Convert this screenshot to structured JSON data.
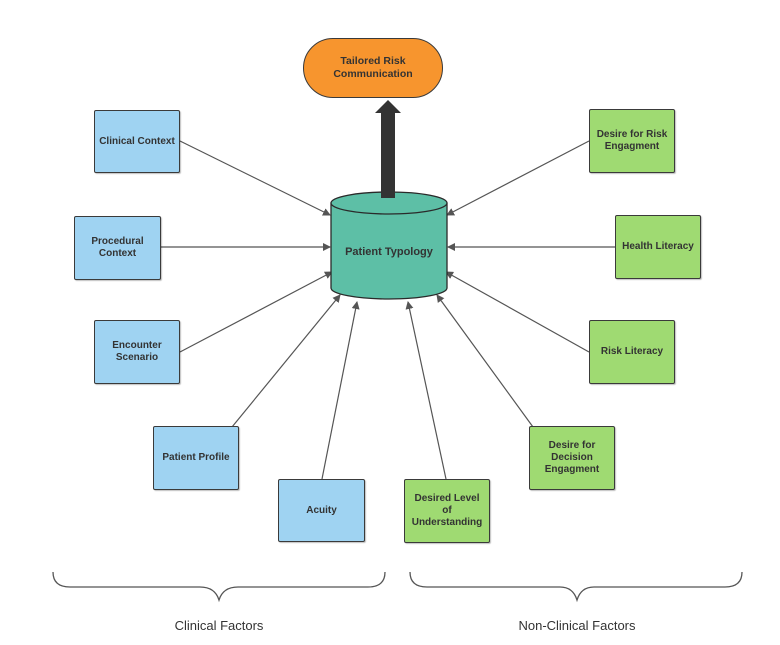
{
  "diagram": {
    "output": {
      "label": "Tailored Risk Communication",
      "color": "#f7952e"
    },
    "center": {
      "label": "Patient Typology",
      "color": "#5dbfa6"
    },
    "clinical_factors": [
      {
        "label": "Clinical Context"
      },
      {
        "label": "Procedural Context"
      },
      {
        "label": "Encounter Scenario"
      },
      {
        "label": "Patient Profile"
      },
      {
        "label": "Acuity"
      }
    ],
    "non_clinical_factors": [
      {
        "label": "Desire for Risk Engagment"
      },
      {
        "label": "Health Literacy"
      },
      {
        "label": "Risk Literacy"
      },
      {
        "label": "Desire for Decision Engagment"
      },
      {
        "label": "Desired Level of Understanding"
      }
    ],
    "groups": {
      "clinical": "Clinical Factors",
      "non_clinical": "Non-Clinical Factors"
    },
    "colors": {
      "clinical": "#9fd3f2",
      "non_clinical": "#9fda72",
      "stroke": "#3a3a3a"
    }
  }
}
